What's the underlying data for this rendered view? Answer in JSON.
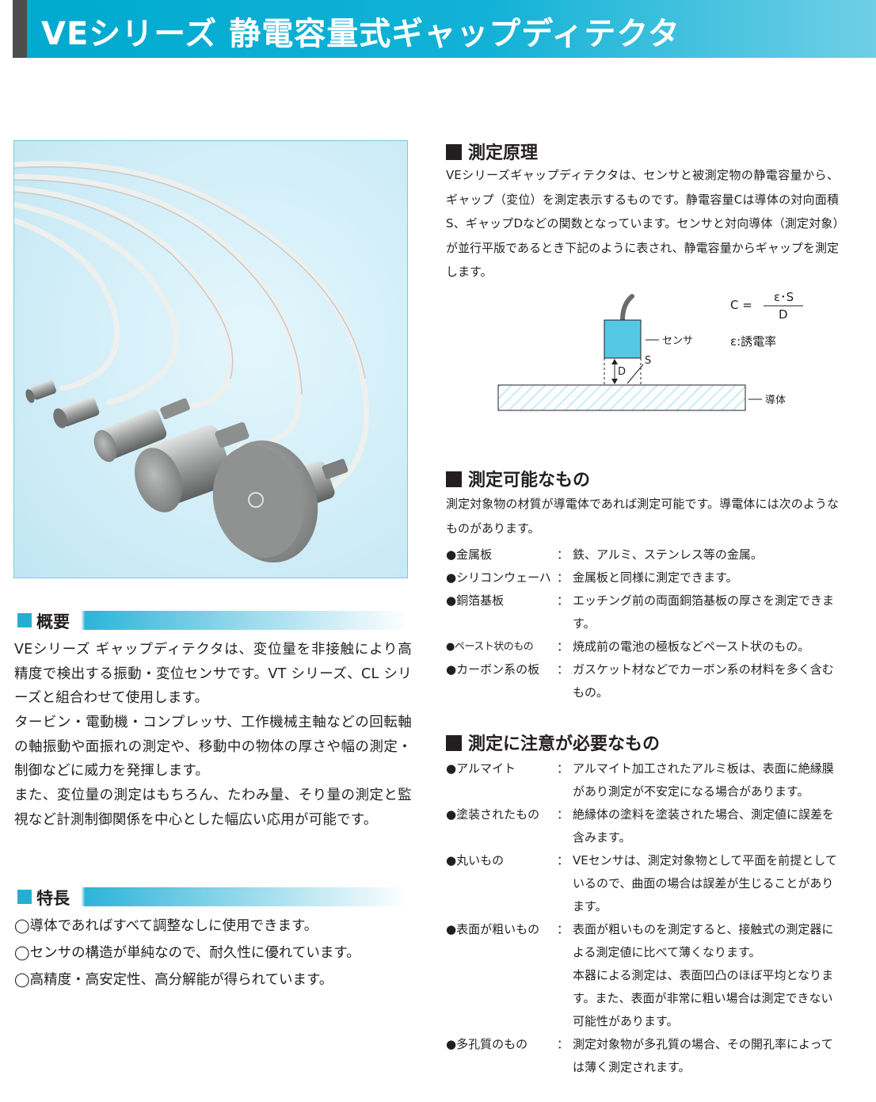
{
  "header": {
    "title": "VEシリーズ 静電容量式ギャップディテクタ"
  },
  "colors": {
    "accent": "#00a9cf",
    "header_mark": "#4d4d4d",
    "sensor_cyan": "#55c8e6"
  },
  "overview": {
    "heading": "概要",
    "paragraphs": [
      "VEシリーズ ギャップディテクタは、変位量を非接触により高精度で検出する振動・変位センサです。VT シリーズ、CL シリーズと組合わせて使用します。",
      "タービン・電動機・コンプレッサ、工作機械主軸などの回転軸の軸振動や面振れの測定や、移動中の物体の厚さや幅の測定・制御などに威力を発揮します。",
      "また、変位量の測定はもちろん、たわみ量、そり量の測定と監視など計測制御関係を中心とした幅広い応用が可能です。"
    ]
  },
  "features": {
    "heading": "特長",
    "items": [
      "◯導体であればすべて調整なしに使用できます。",
      "◯センサの構造が単純なので、耐久性に優れています。",
      "◯高精度・高安定性、高分解能が得られています。"
    ]
  },
  "principle": {
    "heading": "測定原理",
    "text": "VEシリーズギャップディテクタは、センサと被測定物の静電容量から、ギャップ（変位）を測定表示するものです。静電容量Cは導体の対向面積S、ギャップDなどの関数となっています。センサと対向導体（測定対象）が並行平版であるとき下記のように表され、静電容量からギャップを測定します。",
    "diagram": {
      "formula_left": "C =",
      "formula_numerator": "ε･S",
      "formula_denominator": "D",
      "epsilon_note": "ε:誘電率",
      "sensor_label": "センサ",
      "conductor_label": "導体",
      "gap_label": "D",
      "area_label": "S"
    }
  },
  "measurable": {
    "heading": "測定可能なもの",
    "text": "測定対象物の材質が導電体であれば測定可能です。導電体には次のようなものがあります。",
    "items": [
      {
        "term": "●金属板",
        "colon": "：",
        "desc": "鉄、アルミ、ステンレス等の金属。"
      },
      {
        "term": "●シリコンウェーハ",
        "colon": "：",
        "desc": "金属板と同様に測定できます。"
      },
      {
        "term": "●銅箔基板",
        "colon": "：",
        "desc": "エッチング前の両面銅箔基板の厚さを測定できます。"
      },
      {
        "term": "●ペースト状のもの",
        "colon": "：",
        "desc": "焼成前の電池の極板などペースト状のもの。"
      },
      {
        "term": "●カーボン系の板",
        "colon": "：",
        "desc": "ガスケット材などでカーボン系の材料を多く含むもの。"
      }
    ]
  },
  "caution": {
    "heading": "測定に注意が必要なもの",
    "items": [
      {
        "term": "●アルマイト",
        "colon": "：",
        "desc": "アルマイト加工されたアルミ板は、表面に絶縁膜があり測定が不安定になる場合があります。"
      },
      {
        "term": "●塗装されたもの",
        "colon": "：",
        "desc": "絶縁体の塗料を塗装された場合、測定値に誤差を含みます。"
      },
      {
        "term": "●丸いもの",
        "colon": "：",
        "desc": "VEセンサは、測定対象物として平面を前提としているので、曲面の場合は誤差が生じることがあります。"
      },
      {
        "term": "●表面が粗いもの",
        "colon": "：",
        "desc": "表面が粗いものを測定すると、接触式の測定器による測定値に比べて薄くなります。"
      },
      {
        "term": "",
        "colon": "",
        "desc": "本器による測定は、表面凹凸のほぼ平均となります。また、表面が非常に粗い場合は測定できない可能性があります。"
      },
      {
        "term": "●多孔質のもの",
        "colon": "：",
        "desc": "測定対象物が多孔質の場合、その開孔率によっては薄く測定されます。"
      }
    ]
  }
}
